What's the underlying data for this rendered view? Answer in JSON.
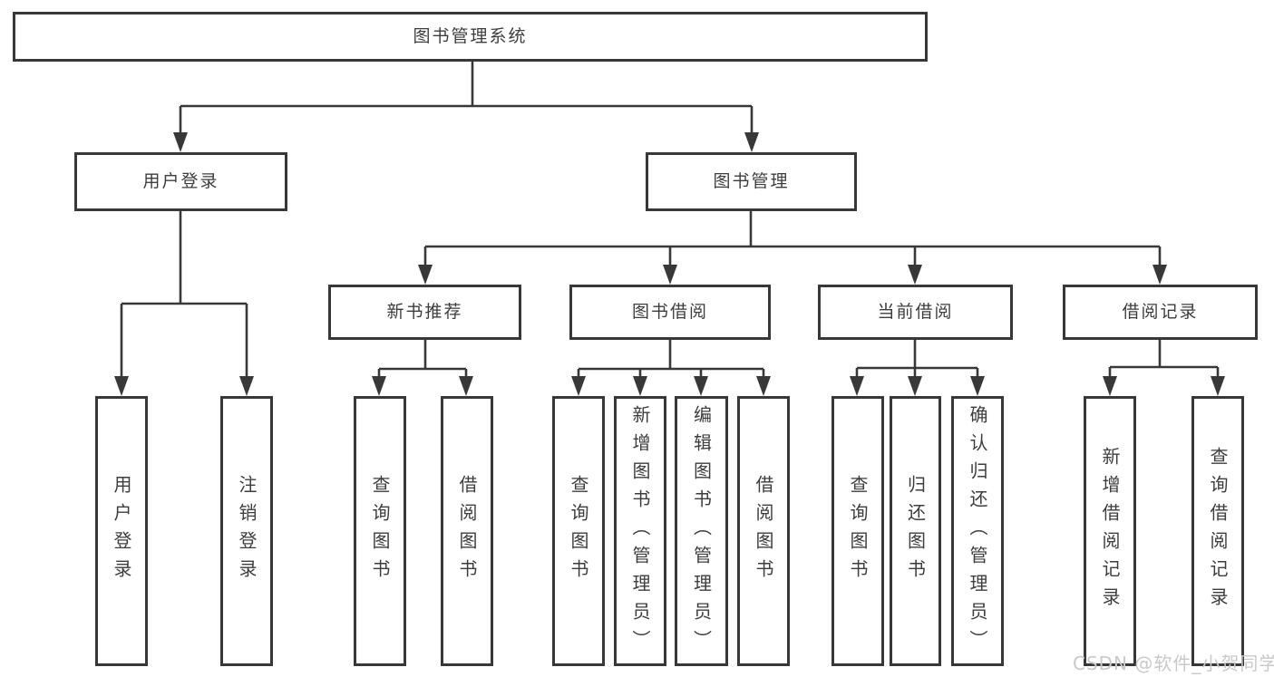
{
  "diagram": {
    "root": {
      "label": "图书管理系统"
    },
    "level2": {
      "user_login": {
        "label": "用户登录"
      },
      "book_mgmt": {
        "label": "图书管理"
      }
    },
    "level3": {
      "new_books": {
        "label": "新书推荐"
      },
      "book_borrow": {
        "label": "图书借阅"
      },
      "current_borrow": {
        "label": "当前借阅"
      },
      "borrow_records": {
        "label": "借阅记录"
      }
    },
    "leaves": {
      "user_login_leaf": "用户登录",
      "logout": "注销登录",
      "nb_query": "查询图书",
      "nb_borrow": "借阅图书",
      "bb_query": "查询图书",
      "bb_add": "新增图书（管理员）",
      "bb_edit": "编辑图书（管理员）",
      "bb_borrow": "借阅图书",
      "cb_query": "查询图书",
      "cb_return": "归还图书",
      "cb_confirm": "确认归还（管理员）",
      "br_add": "新增借阅记录",
      "br_query": "查询借阅记录"
    },
    "watermark": "CSDN @软件_小贺同学",
    "line_color": "#383838"
  }
}
